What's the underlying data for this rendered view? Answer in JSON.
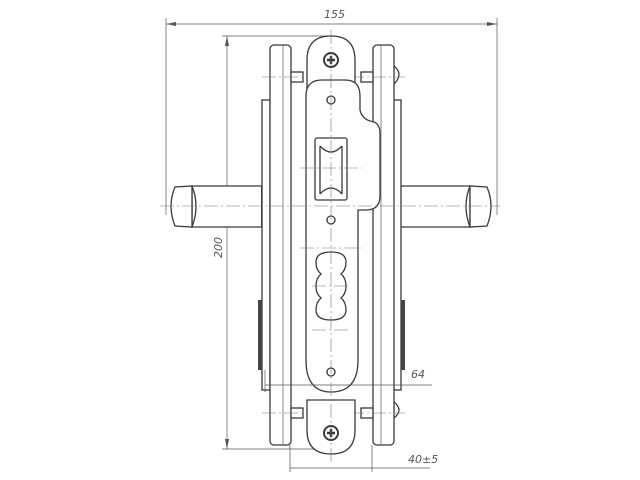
{
  "drawing": {
    "subject": "mortise lock with lever handles, front view",
    "dimensions": {
      "overall_width": "155",
      "height": "200",
      "center_distance": "64",
      "backset": "40±5"
    }
  }
}
